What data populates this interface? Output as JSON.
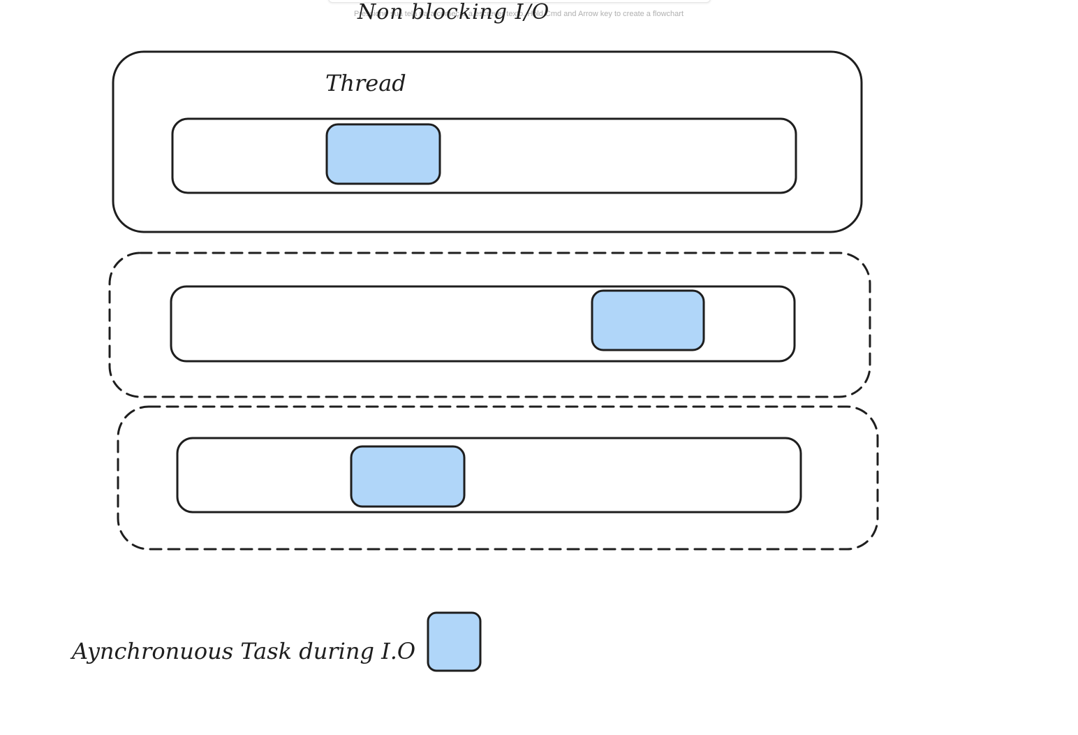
{
  "canvas": {
    "hint": "Pressione sua tela para começar a escrever texto. Hold Cmd and Arrow key to create a flowchart"
  },
  "diagram": {
    "title": "Non blocking I/O",
    "thread_label": "Thread",
    "legend_label": "Aynchronuous Task during I.O"
  },
  "colors": {
    "stroke": "#1e1e1e",
    "task_fill": "#b0d6f9",
    "background": "#ffffff"
  }
}
